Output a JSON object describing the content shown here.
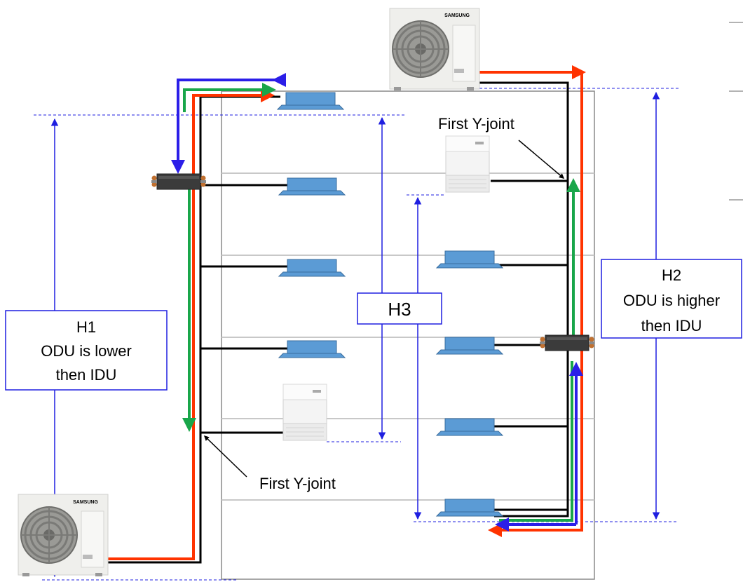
{
  "colors": {
    "pipe": "#000000",
    "flow_red": "#ff3300",
    "flow_green": "#19a64a",
    "flow_blue": "#2b1ee8",
    "dimension": "#1f1fe0",
    "floor_line": "#c8c8c8",
    "building_outline": "#8a8a8a",
    "indoor_unit": "#5b9bd5"
  },
  "outdoor_unit_brand": "SAMSUNG",
  "labels": {
    "h1": [
      "H1",
      "ODU is lower",
      "then IDU"
    ],
    "h2": [
      "H2",
      "ODU is higher",
      "then IDU"
    ],
    "h3": "H3",
    "first_y_joint_left": "First Y-joint",
    "first_y_joint_right": "First Y-joint"
  }
}
